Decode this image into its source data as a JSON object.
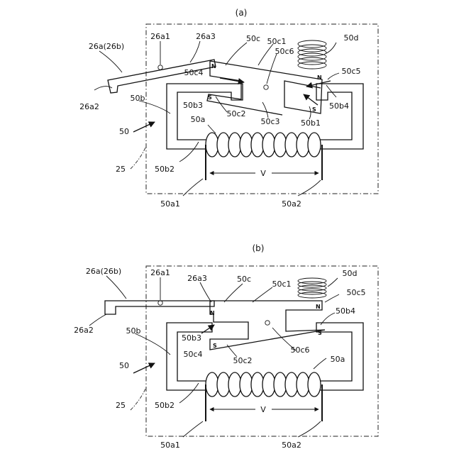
{
  "panel_a": {
    "caption": "(a)",
    "labels": {
      "l26a": "26a(26b)",
      "l26a1": "26a1",
      "l26a2": "26a2",
      "l26a3": "26a3",
      "l50": "50",
      "l25": "25",
      "l50a": "50a",
      "l50a1": "50a1",
      "l50a2": "50a2",
      "l50b": "50b",
      "l50b1": "50b1",
      "l50b2": "50b2",
      "l50b3": "50b3",
      "l50b4": "50b4",
      "l50c": "50c",
      "l50c1": "50c1",
      "l50c2": "50c2",
      "l50c3": "50c3",
      "l50c4": "50c4",
      "l50c5": "50c5",
      "l50c6": "50c6",
      "l50d": "50d",
      "voltage": "V"
    },
    "poles": {
      "p1": "N",
      "p2": "N",
      "p3": "S",
      "p4": "S"
    }
  },
  "panel_b": {
    "caption": "(b)",
    "labels": {
      "l26a": "26a(26b)",
      "l26a1": "26a1",
      "l26a2": "26a2",
      "l26a3": "26a3",
      "l50": "50",
      "l25": "25",
      "l50a": "50a",
      "l50a1": "50a1",
      "l50a2": "50a2",
      "l50b": "50b",
      "l50b2": "50b2",
      "l50b3": "50b3",
      "l50b4": "50b4",
      "l50c": "50c",
      "l50c1": "50c1",
      "l50c2": "50c2",
      "l50c4": "50c4",
      "l50c5": "50c5",
      "l50c6": "50c6",
      "l50d": "50d",
      "voltage": "V"
    },
    "poles": {
      "p1": "N",
      "p2": "N",
      "p3": "S",
      "p4": "S"
    }
  }
}
